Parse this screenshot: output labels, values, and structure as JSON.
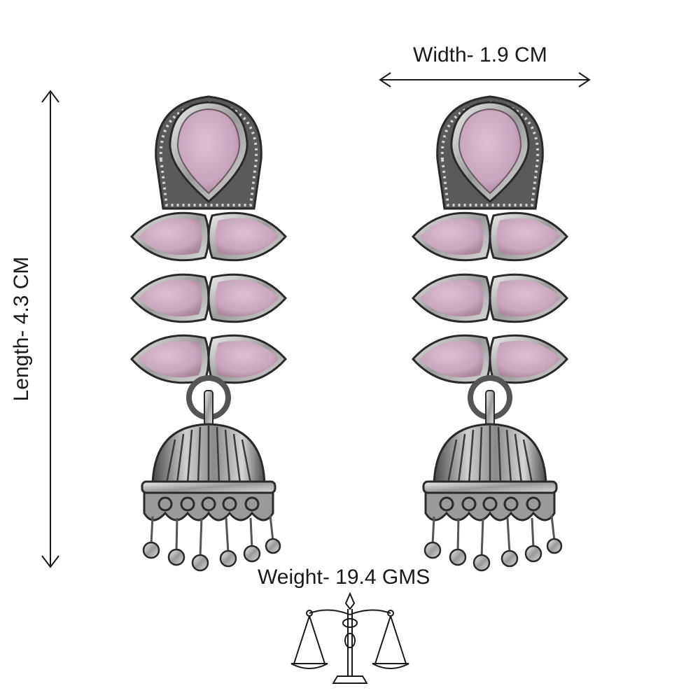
{
  "dimensions": {
    "width": "Width- 1.9 CM",
    "length": "Length- 4.3 CM",
    "weight": "Weight- 19.4 GMS"
  },
  "colors": {
    "stone": "#c8a6bd",
    "stone_dark": "#a98699",
    "silver": "#bdbdbd",
    "silver_dark": "#3a3a3a",
    "line": "#1a1a1a"
  }
}
